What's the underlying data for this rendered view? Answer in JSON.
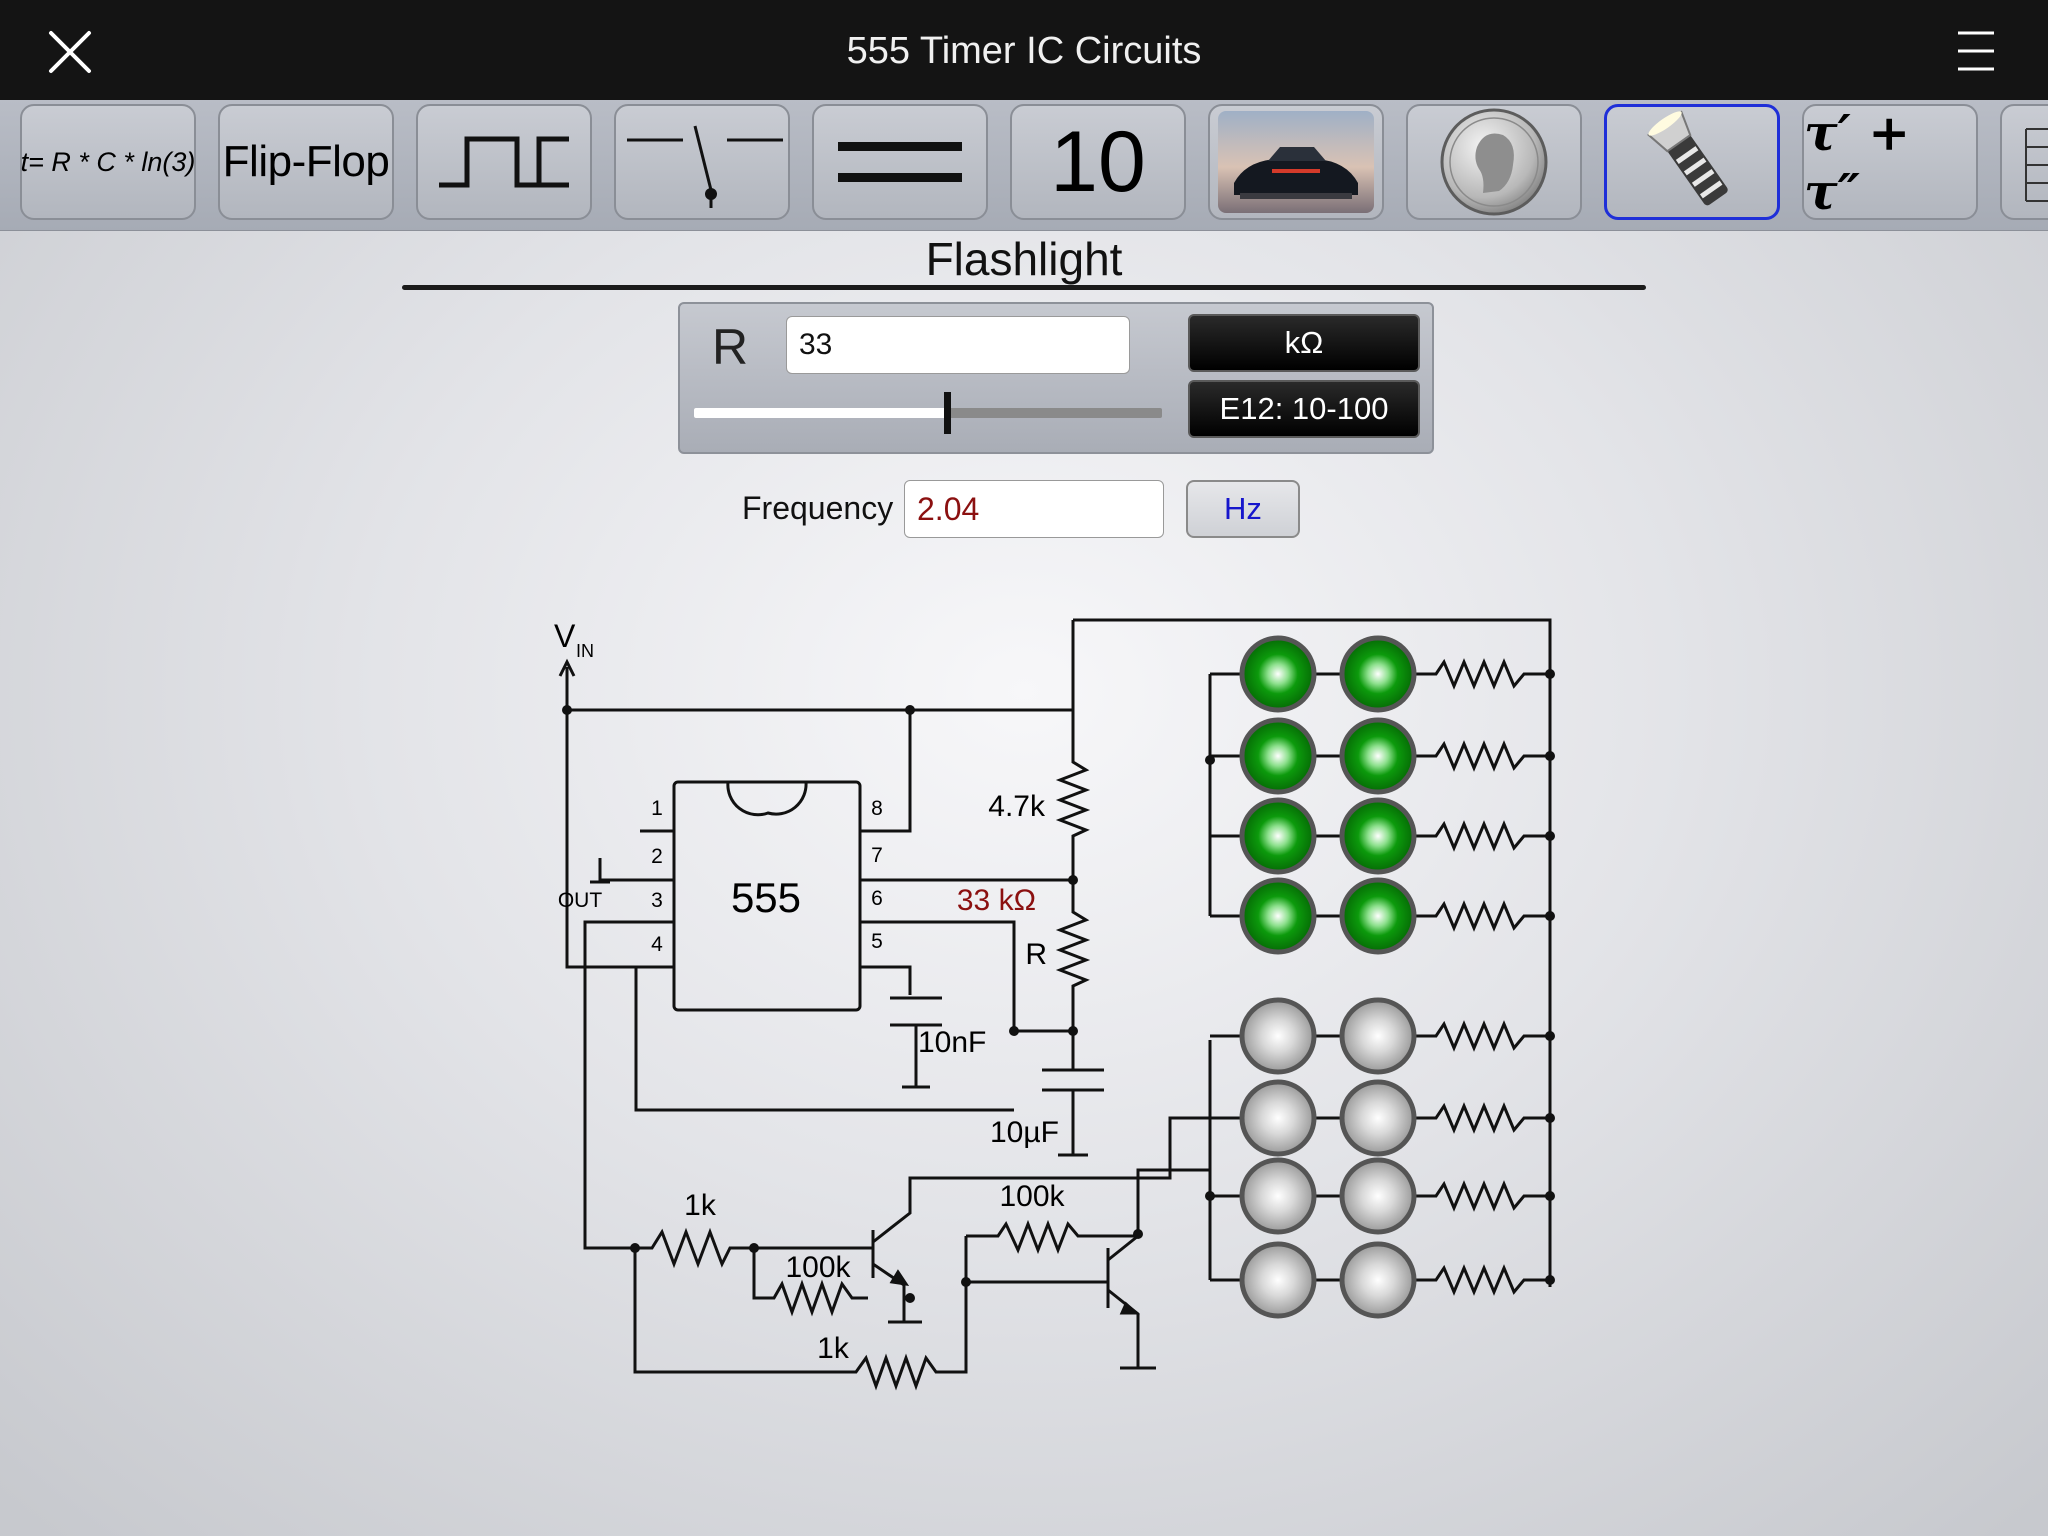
{
  "header": {
    "title": "555 Timer IC Circuits",
    "close_icon": "close-icon",
    "menu_icon": "hamburger-menu-icon"
  },
  "toolbar": {
    "items": [
      {
        "label": "t= R * C * ln(3)",
        "icon": "formula"
      },
      {
        "label": "Flip-Flop",
        "icon": "text"
      },
      {
        "label": "",
        "icon": "square-wave-icon"
      },
      {
        "label": "",
        "icon": "switch-icon"
      },
      {
        "label": "",
        "icon": "equals-icon"
      },
      {
        "label": "10",
        "icon": "text"
      },
      {
        "label": "",
        "icon": "car-photo-icon"
      },
      {
        "label": "",
        "icon": "quarter-dollar-coin-icon"
      },
      {
        "label": "",
        "icon": "flashlight-icon"
      },
      {
        "label": "τ′ + τ″",
        "icon": "text"
      },
      {
        "label": "",
        "icon": "list-icon"
      }
    ],
    "selected_index": 8
  },
  "section": {
    "title": "Flashlight"
  },
  "parameter": {
    "label": "R",
    "value": "33",
    "unit": "kΩ",
    "series": "E12: 10-100",
    "slider_fraction": 0.54
  },
  "frequency": {
    "label": "Frequency",
    "value": "2.04",
    "unit": "Hz",
    "value_color": "#8b1010"
  },
  "schematic": {
    "vin_label": "V",
    "vin_sub": "IN",
    "ic_label": "555",
    "out_label": "OUT",
    "pins": [
      "1",
      "2",
      "3",
      "4",
      "5",
      "6",
      "7",
      "8"
    ],
    "r_top": "4.7k",
    "r_value": "33 kΩ",
    "r_label": "R",
    "c_small": "10nF",
    "c_large": "10µF",
    "r_base1": "1k",
    "r_base2": "1k",
    "r_bias1": "100k",
    "r_bias2": "100k",
    "led_on_color": "#0c9a0c",
    "led_off_color": "#d4d4d4",
    "value_color": "#8b1010"
  }
}
